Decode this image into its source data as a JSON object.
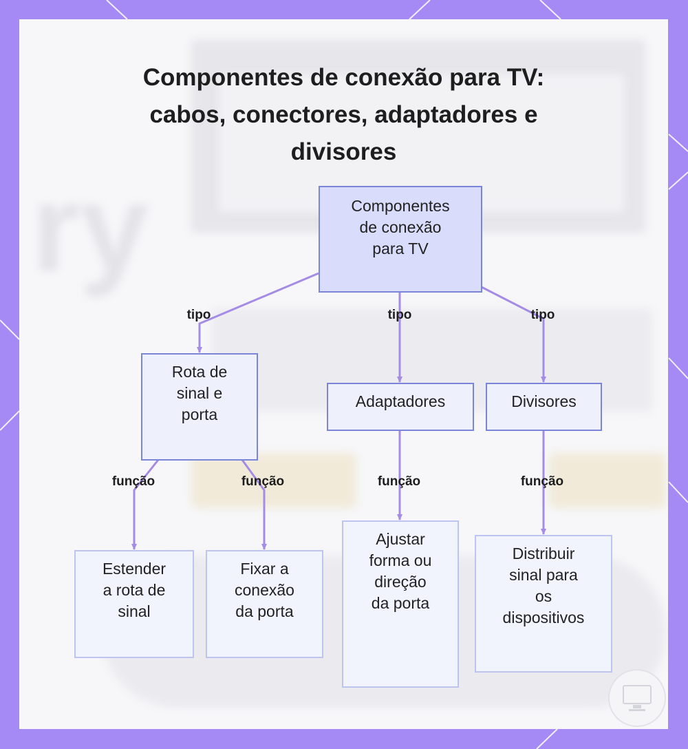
{
  "diagram": {
    "title_lines": [
      "Componentes de conexão para TV:",
      "cabos, conectores, adaptadores e",
      "divisores"
    ],
    "nodes": {
      "root": {
        "lines": [
          "Componentes",
          "de conexão",
          "para TV"
        ]
      },
      "rota": {
        "lines": [
          "Rota de",
          "sinal e",
          "porta"
        ]
      },
      "adaptadores": {
        "lines": [
          "Adaptadores"
        ]
      },
      "divisores": {
        "lines": [
          "Divisores"
        ]
      },
      "estender": {
        "lines": [
          "Estender",
          "a rota de",
          "sinal"
        ]
      },
      "fixar": {
        "lines": [
          "Fixar a",
          "conexão",
          "da porta"
        ]
      },
      "ajustar": {
        "lines": [
          "Ajustar",
          "forma ou",
          "direção",
          "da porta"
        ]
      },
      "distribuir": {
        "lines": [
          "Distribuir",
          "sinal para",
          "os",
          "dispositivos"
        ]
      }
    },
    "edge_labels": {
      "root_rota": "tipo",
      "root_adaptadores": "tipo",
      "root_divisores": "tipo",
      "rota_estender": "função",
      "rota_fixar": "função",
      "adaptadores_ajustar": "função",
      "divisores_distribuir": "função"
    }
  },
  "colors": {
    "frame": "#a58af5",
    "edge": "#a48be6",
    "root_fill": "#d9dcfb",
    "node_border": "#7b85d8",
    "leaf_border": "#bcc4ef"
  },
  "icons": {
    "logo": "tv-logo-icon"
  }
}
